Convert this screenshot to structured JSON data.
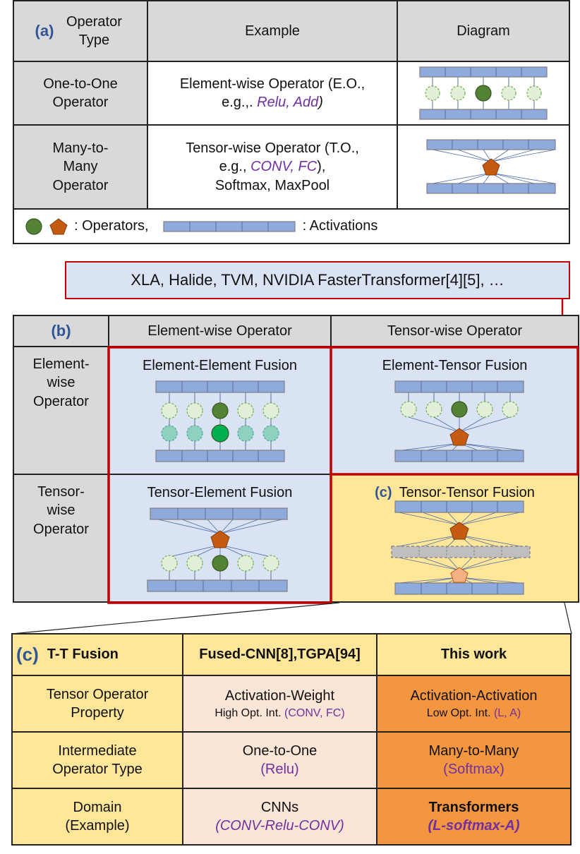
{
  "colors": {
    "header_gray": "#d9d9d9",
    "activation": "#8faadc",
    "activation_border": "#7f7f7f",
    "operator_green": "#548235",
    "operator_green_light": "#e2f0d9",
    "operator_teal": "#8fd1c0",
    "operator_teal_bright": "#00b050",
    "operator_orange": "#c55a11",
    "operator_orange_light": "#f4b183",
    "panel_blue": "#dae3f3",
    "panel_yellow": "#ffe699",
    "table_yellow": "#ffe699",
    "table_peach": "#fbe5d6",
    "table_orange": "#f4953f",
    "highlight_red": "#c00000",
    "label_blue": "#2f5597",
    "example_purple": "#7030a0"
  },
  "panel_a": {
    "tag": "(a)",
    "header": {
      "type": "Operator Type",
      "example": "Example",
      "diagram": "Diagram"
    },
    "rows": [
      {
        "type_lines": [
          "One-to-One",
          "Operator"
        ],
        "example_line1": "Element-wise Operator (E.O.,",
        "example_prefix": "e.g.,.",
        "example_purple": "Relu, Add",
        "example_suffix": ")"
      },
      {
        "type_lines": [
          "Many-to-",
          "Many",
          "Operator"
        ],
        "example_line1": "Tensor-wise Operator (T.O.,",
        "example_prefix": "e.g.,",
        "example_purple": "CONV, FC",
        "example_suffix": "),",
        "example_line3": "Softmax, MaxPool"
      }
    ],
    "legend": {
      "operators": ": Operators,",
      "activations": ": Activations"
    }
  },
  "frameworks": "XLA, Halide, TVM, NVIDIA FasterTransformer[4][5], …",
  "panel_b": {
    "tag": "(b)",
    "col_headers": [
      "Element-wise Operator",
      "Tensor-wise Operator"
    ],
    "row_headers": [
      [
        "Element-",
        "wise",
        "Operator"
      ],
      [
        "Tensor-",
        "wise",
        "Operator"
      ]
    ],
    "cells": {
      "ee": "Element-Element Fusion",
      "et": "Element-Tensor Fusion",
      "te": "Tensor-Element Fusion",
      "tt": "Tensor-Tensor Fusion",
      "tt_tag": "(c)"
    }
  },
  "panel_c": {
    "tag": "(c)",
    "title": "T-T Fusion",
    "col_prior": "Fused-CNN[8],TGPA[94]",
    "col_this": "This work",
    "rows": [
      {
        "label_lines": [
          "Tensor Operator",
          "Property"
        ],
        "prior_main": "Activation-Weight",
        "prior_sub": "High Opt. Int.",
        "prior_sub_purple": "(CONV, FC)",
        "this_main": "Activation-Activation",
        "this_sub": "Low Opt. Int.",
        "this_sub_purple": "(L, A)"
      },
      {
        "label_lines": [
          "Intermediate",
          "Operator Type"
        ],
        "prior_main": "One-to-One",
        "prior_sub_purple": "(Relu)",
        "this_main": "Many-to-Many",
        "this_sub_purple": "(Softmax)"
      },
      {
        "label_lines": [
          "Domain",
          "(Example)"
        ],
        "prior_main": "CNNs",
        "prior_sub_purple": "(CONV-Relu-CONV)",
        "this_main": "Transformers",
        "this_sub_purple": "(L-softmax-A)"
      }
    ]
  }
}
